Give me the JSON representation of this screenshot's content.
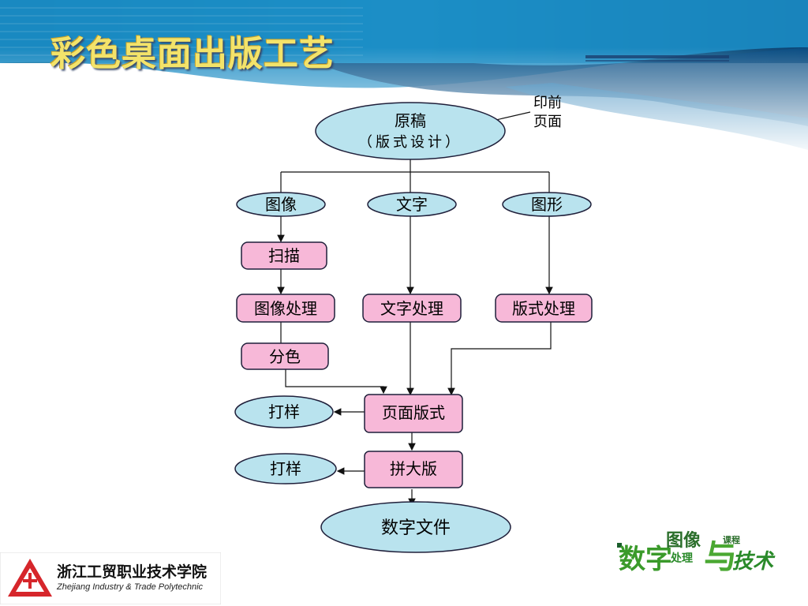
{
  "slide": {
    "title": "彩色桌面出版工艺"
  },
  "diagram": {
    "annotation": "印前\n页面",
    "annotation_line1": "印前",
    "annotation_line2": "页面",
    "nodes": {
      "source": {
        "line1": "原稿",
        "line2": "（版式设计）"
      },
      "image": "图像",
      "text": "文字",
      "graphic": "图形",
      "scan": "扫描",
      "image_proc": "图像处理",
      "text_proc": "文字处理",
      "layout_proc": "版式处理",
      "color_sep": "分色",
      "page_layout": "页面版式",
      "proof1": "打样",
      "imposition": "拼大版",
      "proof2": "打样",
      "digital_file": "数字文件"
    },
    "colors": {
      "ellipse_fill": "#b9e3ee",
      "rect_fill": "#f7b8d8",
      "stroke": "#1f1f3a"
    }
  },
  "footer": {
    "school_cn": "浙江工贸职业技术学院",
    "school_en": "Zhejiang Industry & Trade Polytechnic",
    "brand_words": {
      "a": "数字",
      "b": "图像",
      "c": "处理",
      "d": "与",
      "e": "技术",
      "f": "课程"
    }
  }
}
